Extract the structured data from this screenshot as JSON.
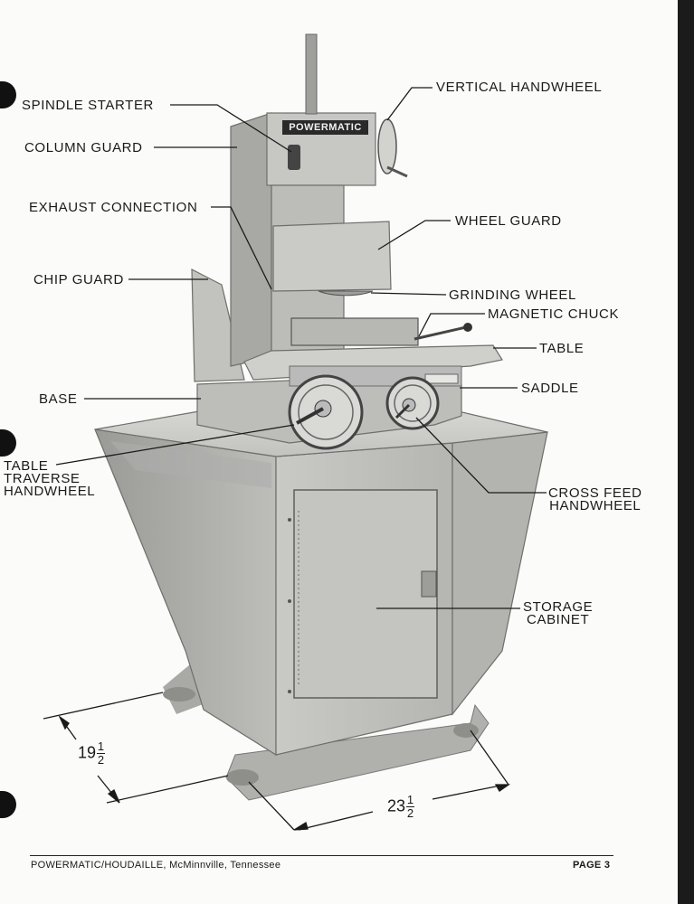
{
  "labels": {
    "spindle_starter": "SPINDLE STARTER",
    "column_guard": "COLUMN GUARD",
    "exhaust_connection": "EXHAUST CONNECTION",
    "chip_guard": "CHIP GUARD",
    "base": "BASE",
    "table_traverse_handwheel": "TABLE\nTRAVERSE\nHANDWHEEL",
    "vertical_handwheel": "VERTICAL HANDWHEEL",
    "wheel_guard": "WHEEL GUARD",
    "grinding_wheel": "GRINDING WHEEL",
    "magnetic_chuck": "MAGNETIC CHUCK",
    "table": "TABLE",
    "saddle": "SADDLE",
    "cross_feed_handwheel": "CROSS FEED\nHANDWHEEL",
    "storage_cabinet": "STORAGE\nCABINET"
  },
  "nameplate": "POWERMATIC",
  "dimensions": {
    "width_whole": "19",
    "width_num": "1",
    "width_den": "2",
    "length_whole": "23",
    "length_num": "1",
    "length_den": "2"
  },
  "footer": {
    "left": "POWERMATIC/HOUDAILLE, McMinnville, Tennessee",
    "right": "PAGE 3"
  }
}
